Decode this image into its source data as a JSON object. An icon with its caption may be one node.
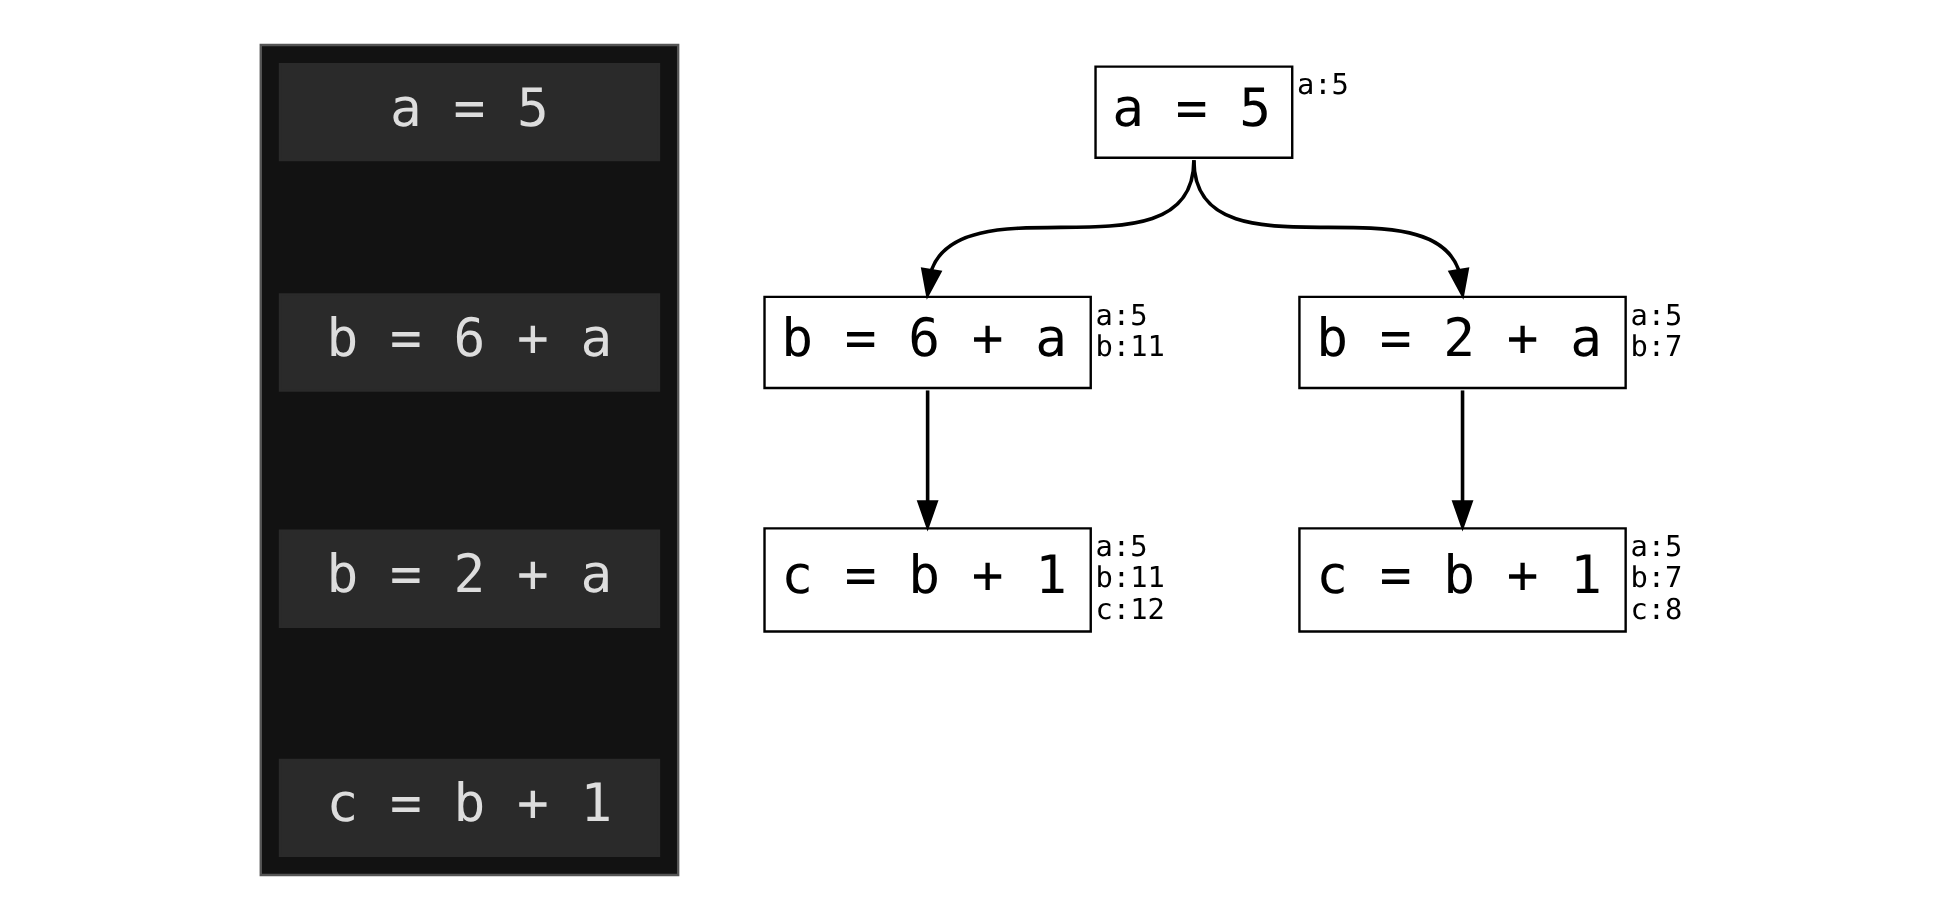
{
  "diagram": {
    "nodes": [
      {
        "text": [],
        "shape": "box"
      },
      {
        "text": [
          "a = 5"
        ],
        "in": 0
      },
      {
        "text": [
          "b = 6 + a"
        ],
        "in": 0
      },
      {
        "text": [
          "b = 2 + a"
        ],
        "in": 0
      },
      {
        "text": [
          "c = b + 1"
        ],
        "in": 0
      },
      {
        "text": [
          "a = 5"
        ],
        "beside": [
          "a:5"
        ]
      },
      {
        "text": [
          "b = 6 + a"
        ],
        "beside": [
          "a:5",
          "b:11"
        ]
      },
      {
        "text": [
          "b = 2 + a"
        ],
        "beside": [
          "a:5",
          "b:7"
        ]
      },
      {
        "text": [
          "c = b + 1"
        ],
        "beside": [
          "a:5",
          "b:11",
          "c:12"
        ]
      },
      {
        "text": [
          "c = b + 1"
        ],
        "beside": [
          "a:5",
          "b:7",
          "c:8"
        ]
      }
    ],
    "edges": [
      {
        "from": 5,
        "to": 6,
        "arrow": "to"
      },
      {
        "from": 5,
        "to": 7,
        "arrow": "to"
      },
      {
        "from": 6,
        "to": 8,
        "arrow": "to"
      },
      {
        "from": 7,
        "to": 9,
        "arrow": "to"
      }
    ]
  }
}
